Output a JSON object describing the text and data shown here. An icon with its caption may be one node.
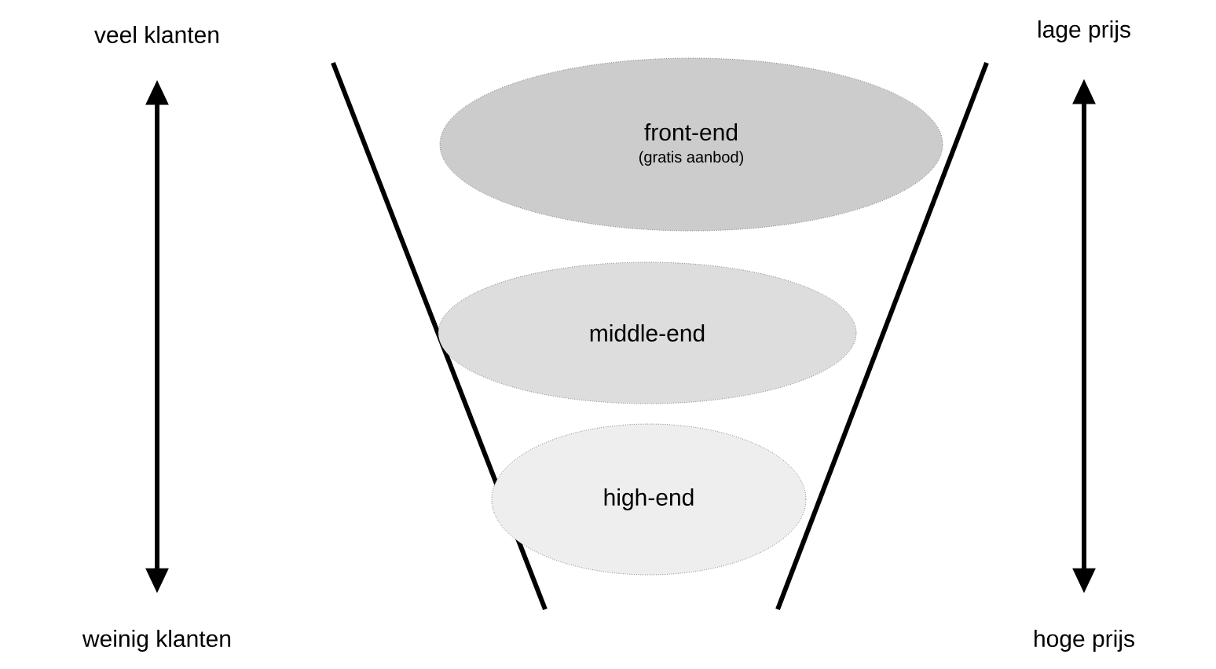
{
  "diagram": {
    "nodes": [
      {
        "text": [
          "veel klanten"
        ]
      },
      {
        "text": [
          "weinig klanten"
        ]
      },
      {
        "text": [
          "lage prijs"
        ]
      },
      {
        "text": [
          "hoge prijs"
        ]
      },
      {
        "text": [
          "front-end",
          "(gratis aanbod)"
        ]
      },
      {
        "text": [
          "middle-end"
        ]
      },
      {
        "text": [
          "high-end"
        ]
      }
    ],
    "edges": [
      {
        "from": 0,
        "to": 1,
        "arrow": "both"
      },
      {
        "from": 2,
        "to": 3,
        "arrow": "both"
      }
    ]
  }
}
